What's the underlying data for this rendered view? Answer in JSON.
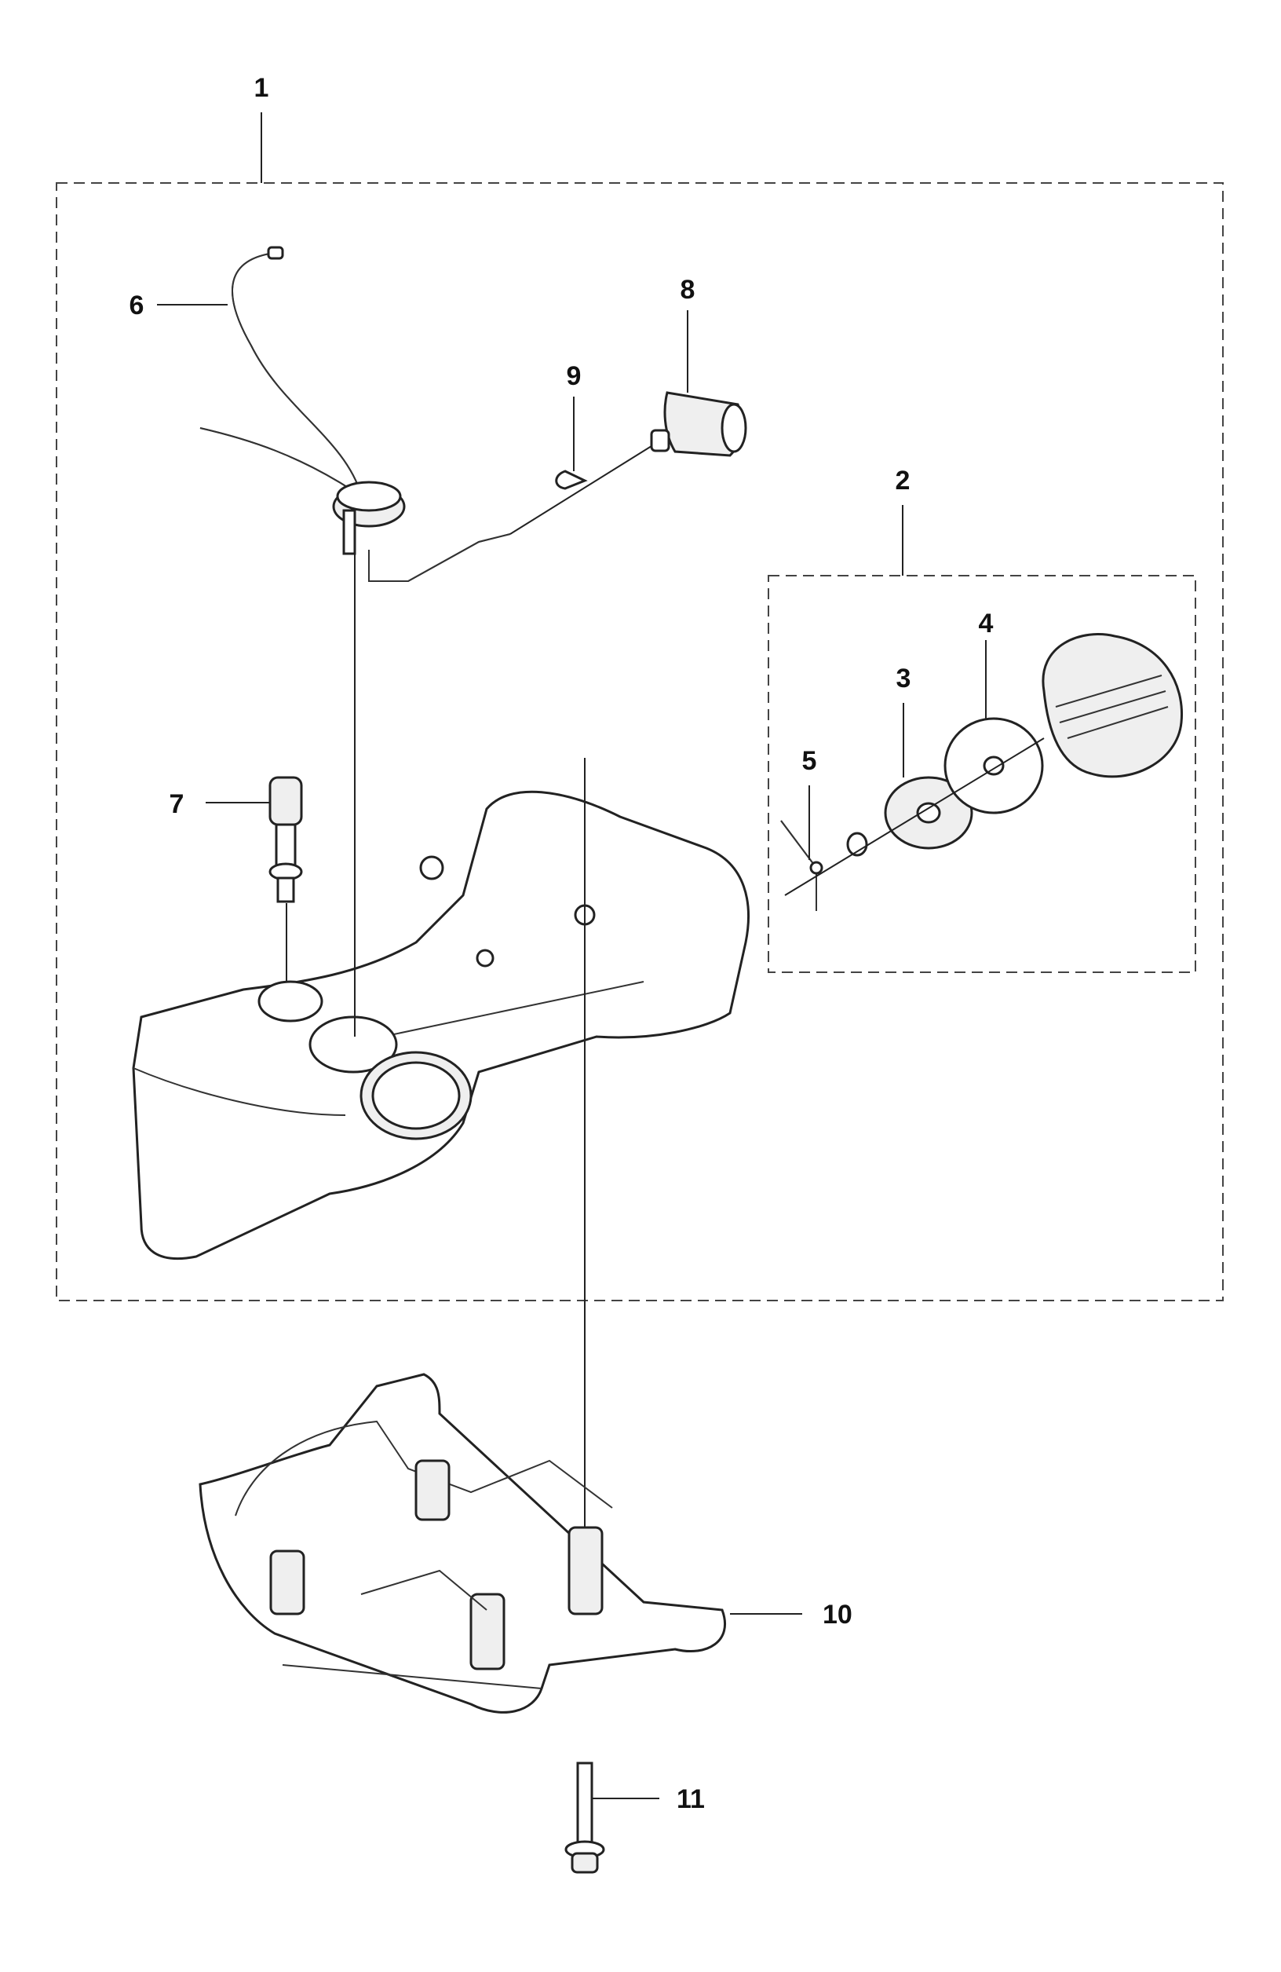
{
  "callouts": [
    {
      "id": "1",
      "label": "1"
    },
    {
      "id": "2",
      "label": "2"
    },
    {
      "id": "3",
      "label": "3"
    },
    {
      "id": "4",
      "label": "4"
    },
    {
      "id": "5",
      "label": "5"
    },
    {
      "id": "6",
      "label": "6"
    },
    {
      "id": "7",
      "label": "7"
    },
    {
      "id": "8",
      "label": "8"
    },
    {
      "id": "9",
      "label": "9"
    },
    {
      "id": "10",
      "label": "10"
    },
    {
      "id": "11",
      "label": "11"
    }
  ],
  "colors": {
    "ink": "#222222",
    "background": "#ffffff"
  }
}
